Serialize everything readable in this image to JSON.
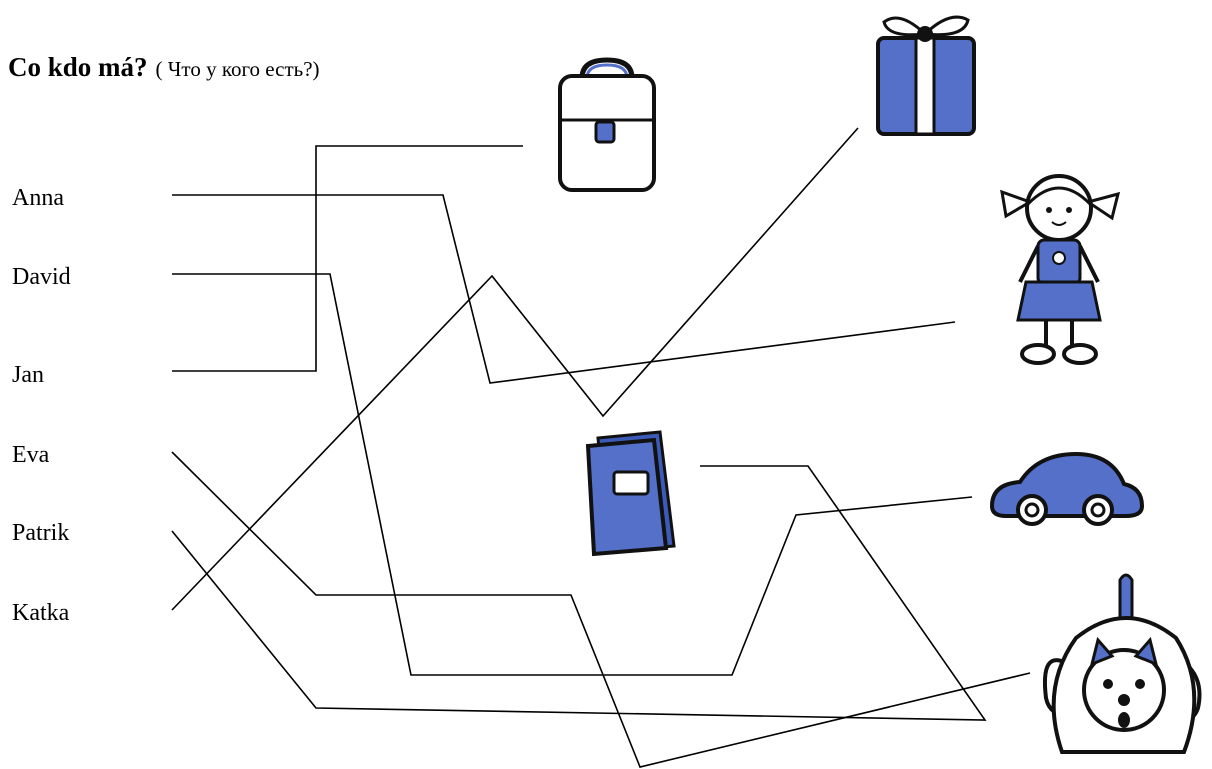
{
  "header": {
    "title_cz": "Co kdo má?",
    "title_ru": "( Что у кого есть?)"
  },
  "names": [
    "Anna",
    "David",
    "Jan",
    "Eva",
    "Patrik",
    "Katka"
  ],
  "pictures": [
    {
      "icon": "schoolbag-icon"
    },
    {
      "icon": "gift-icon"
    },
    {
      "icon": "doll-icon"
    },
    {
      "icon": "book-icon"
    },
    {
      "icon": "toy-car-icon"
    },
    {
      "icon": "dog-icon"
    }
  ],
  "colors": {
    "accent": "#5470c8",
    "line": "#000000"
  }
}
